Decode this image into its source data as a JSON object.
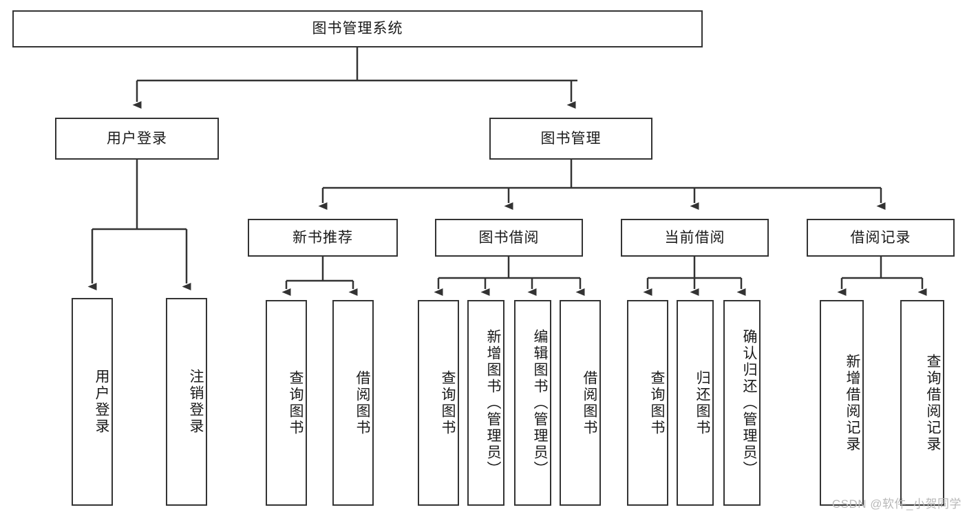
{
  "diagram": {
    "title": "图书管理系统",
    "type": "tree-hierarchy-diagram",
    "watermark": "CSDN @软件_小贺同学",
    "colors": {
      "border": "#333333",
      "background": "#ffffff",
      "text": "#1a1a1a",
      "watermark": "#b8b8b8"
    },
    "root": {
      "label": "图书管理系统"
    },
    "level2": [
      {
        "label": "用户登录"
      },
      {
        "label": "图书管理"
      }
    ],
    "level3": [
      {
        "label": "新书推荐"
      },
      {
        "label": "图书借阅"
      },
      {
        "label": "当前借阅"
      },
      {
        "label": "借阅记录"
      }
    ],
    "leaves_user_login": [
      {
        "label": "用户登录"
      },
      {
        "label": "注销登录"
      }
    ],
    "leaves_new_book": [
      {
        "label": "查询图书"
      },
      {
        "label": "借阅图书"
      }
    ],
    "leaves_borrow": [
      {
        "label": "查询图书"
      },
      {
        "label": "新增图书（管理员）"
      },
      {
        "label": "编辑图书（管理员）"
      },
      {
        "label": "借阅图书"
      }
    ],
    "leaves_current": [
      {
        "label": "查询图书"
      },
      {
        "label": "归还图书"
      },
      {
        "label": "确认归还（管理员）"
      }
    ],
    "leaves_record": [
      {
        "label": "新增借阅记录"
      },
      {
        "label": "查询借阅记录"
      }
    ]
  }
}
